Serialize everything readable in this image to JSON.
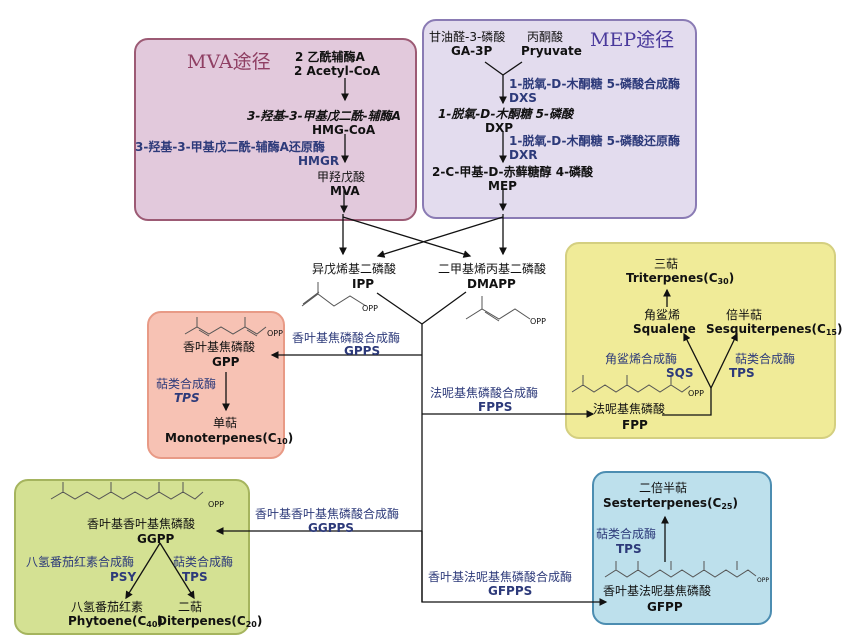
{
  "mva_pathway": {
    "title": "MVA途径",
    "acetyl_coa_cn": "2 乙酰辅酶A",
    "acetyl_coa_en": "2 Acetyl-CoA",
    "hmg_coa_cn": "3-羟基-3-甲基戊二酰-辅酶A",
    "hmg_coa_en": "HMG-CoA",
    "hmgr_cn": "3-羟基-3-甲基戊二酰-辅酶A还原酶",
    "hmgr_en": "HMGR",
    "mva_cn": "甲羟戊酸",
    "mva_en": "MVA"
  },
  "mep_pathway": {
    "title": "MEP途径",
    "ga3p_cn": "甘油醛-3-磷酸",
    "ga3p_en": "GA-3P",
    "pyruvate_cn": "丙酮酸",
    "pyruvate_en": "Pryuvate",
    "dxs_cn": "1-脱氧-D-木酮糖 5-磷酸合成酶",
    "dxs_en": "DXS",
    "dxp_cn": "1-脱氧-D-木酮糖 5-磷酸",
    "dxp_en": "DXP",
    "dxr_cn": "1-脱氧-D-木酮糖 5-磷酸还原酶",
    "dxr_en": "DXR",
    "mep_cn": "2-C-甲基-D-赤藓糖醇 4-磷酸",
    "mep_en": "MEP"
  },
  "central": {
    "ipp_cn": "异戊烯基二磷酸",
    "ipp_en": "IPP",
    "dmapp_cn": "二甲基烯丙基二磷酸",
    "dmapp_en": "DMAPP",
    "opp_label": "OPP"
  },
  "gpps": {
    "enzyme_cn": "香叶基焦磷酸合成酶",
    "enzyme_en": "GPPS",
    "product_cn": "香叶基焦磷酸",
    "product_en": "GPP",
    "tps_cn": "萜类合成酶",
    "tps_en": "TPS",
    "final_cn": "单萜",
    "final_en": "Monoterpenes(C",
    "final_sub": "10",
    "final_close": ")"
  },
  "fpps": {
    "enzyme_cn": "法呢基焦磷酸合成酶",
    "enzyme_en": "FPPS",
    "product_cn": "法呢基焦磷酸",
    "product_en": "FPP",
    "sqs_cn": "角鲨烯合成酶",
    "sqs_en": "SQS",
    "tps_cn": "萜类合成酶",
    "tps_en": "TPS",
    "squalene_cn": "角鲨烯",
    "squalene_en": "Squalene",
    "sesqui_cn": "倍半萜",
    "sesqui_en": "Sesquiterpenes(C",
    "sesqui_sub": "15",
    "tri_cn": "三萜",
    "tri_en": "Triterpenes(C",
    "tri_sub": "30",
    "close": ")"
  },
  "ggpps": {
    "enzyme_cn": "香叶基香叶基焦磷酸合成酶",
    "enzyme_en": "GGPPS",
    "product_cn": "香叶基香叶基焦磷酸",
    "product_en": "GGPP",
    "psy_cn": "八氢番茄红素合成酶",
    "psy_en": "PSY",
    "tps_cn": "萜类合成酶",
    "tps_en": "TPS",
    "phytoene_cn": "八氢番茄红素",
    "phytoene_en": "Phytoene(C",
    "phytoene_sub": "40",
    "di_cn": "二萜",
    "di_en": "Diterpenes(C",
    "di_sub": "20",
    "close": ")"
  },
  "gfpps": {
    "enzyme_cn": "香叶基法呢基焦磷酸合成酶",
    "enzyme_en": "GFPPS",
    "product_cn": "香叶基法呢基焦磷酸",
    "product_en": "GFPP",
    "tps_cn": "萜类合成酶",
    "tps_en": "TPS",
    "sester_cn": "二倍半萜",
    "sester_en": "Sesterterpenes(C",
    "sester_sub": "25",
    "close": ")"
  },
  "colors": {
    "mva_fill": "#e2c9dc",
    "mep_fill": "#e3dcee",
    "triterpene_fill": "#f0eb98",
    "monoterpene_fill": "#f7c2b4",
    "diterpene_fill": "#d4e193",
    "sesterterpene_fill": "#bde0ec",
    "enzyme_text": "#2d3a7a"
  }
}
